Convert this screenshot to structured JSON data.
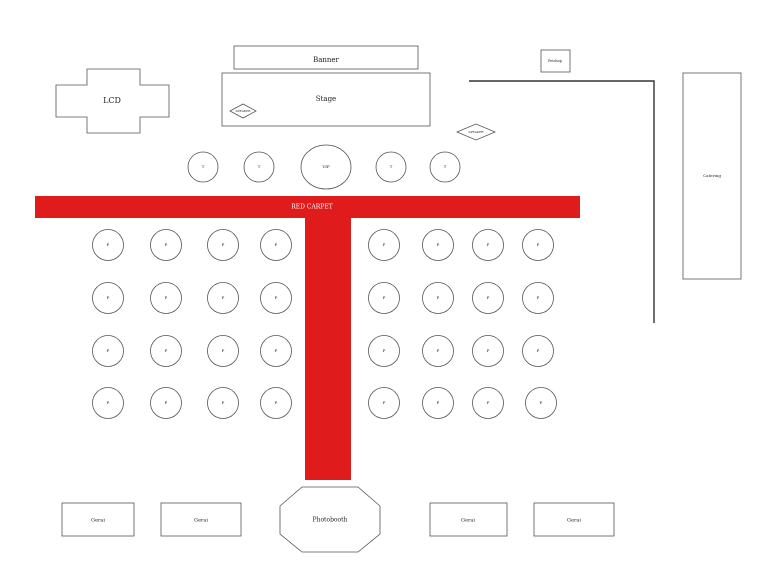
{
  "colors": {
    "carpet": "#e01b1b",
    "outline": "#555555",
    "wall": "#333333",
    "background": "#ffffff"
  },
  "labels": {
    "banner": "Banner",
    "stage": "Stage",
    "lcd": "LCD",
    "speaker_left": "SPEAKER",
    "speaker_right": "SPEAKER",
    "petshop": "Petshop",
    "catering": "Catering",
    "red_carpet": "RED CARPET",
    "photobooth": "Photobooth",
    "gerai_1": "Gerai",
    "gerai_2": "Gerai",
    "gerai_3": "Gerai",
    "gerai_4": "Gerai"
  },
  "vip_row": [
    "T",
    "T",
    "VIP",
    "T",
    "T"
  ],
  "guest_tables": {
    "label": "P",
    "rows": 4,
    "left_columns": 4,
    "right_columns": 4
  }
}
